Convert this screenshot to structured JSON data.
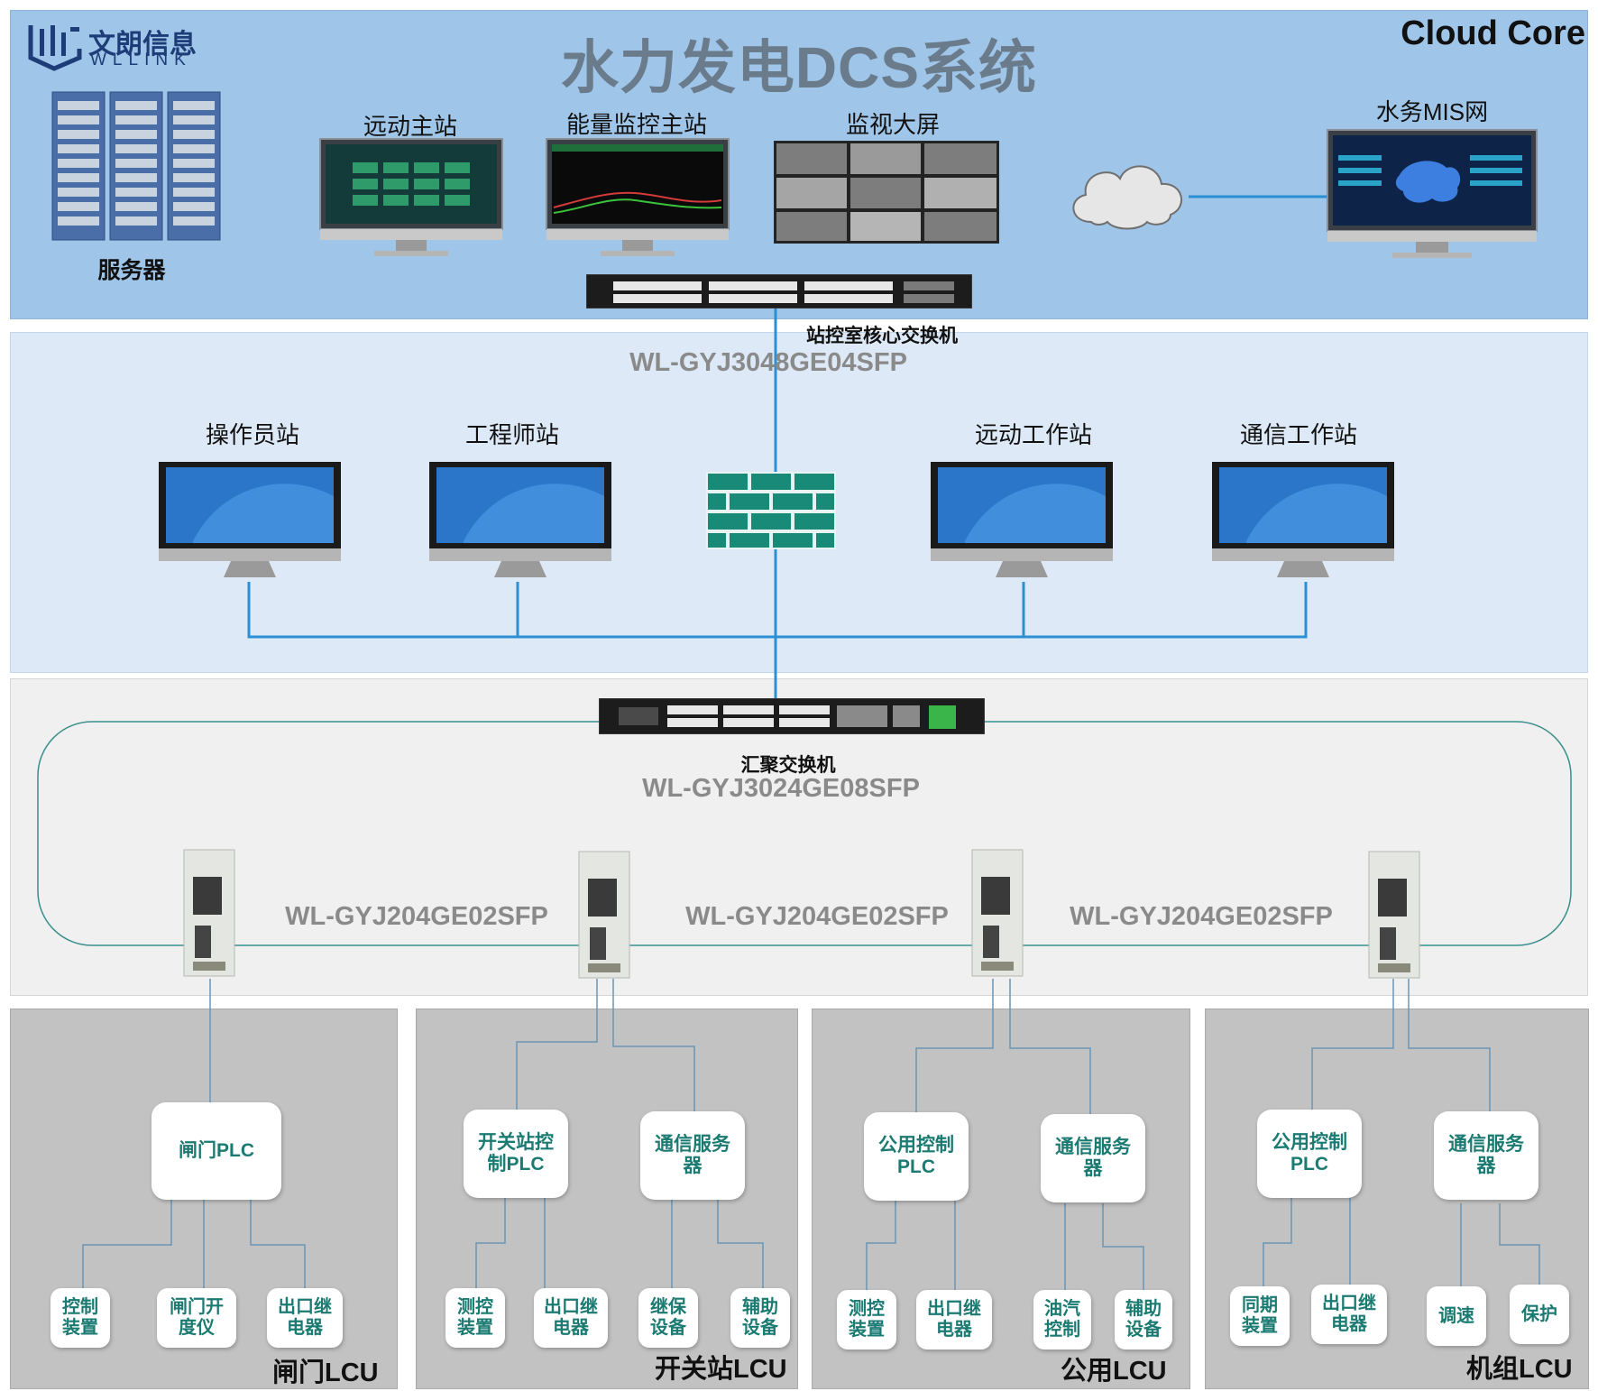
{
  "header": {
    "title": "水力发电DCS系统",
    "tag": "Cloud Core",
    "logo_cn": "文朗信息",
    "logo_en": "WLLINK"
  },
  "core": {
    "servers_label": "服务器",
    "telecontrol_master_label": "远动主站",
    "energy_monitor_label": "能量监控主站",
    "video_wall_label": "监视大屏",
    "mis_label": "水务MIS网",
    "core_switch_label": "站控室核心交换机",
    "core_switch_model": "WL-GYJ3048GE04SFP"
  },
  "control": {
    "operator_label": "操作员站",
    "engineer_label": "工程师站",
    "telecontrol_ws_label": "远动工作站",
    "comm_ws_label": "通信工作站"
  },
  "aggregation": {
    "switch_label": "汇聚交换机",
    "switch_model": "WL-GYJ3024GE08SFP",
    "ring_switch_models": [
      "WL-GYJ204GE02SFP",
      "WL-GYJ204GE02SFP",
      "WL-GYJ204GE02SFP"
    ]
  },
  "lcus": [
    {
      "title": "闸门LCU",
      "plc": "闸门PLC",
      "server": "",
      "leaves": [
        "控制\n装置",
        "闸门开\n度仪",
        "出口继\n电器"
      ]
    },
    {
      "title": "开关站LCU",
      "plc": "开关站控\n制PLC",
      "server": "通信服务\n器",
      "leaves": [
        "测控\n装置",
        "出口继\n电器",
        "继保\n设备",
        "辅助\n设备"
      ]
    },
    {
      "title": "公用LCU",
      "plc": "公用控制\nPLC",
      "server": "通信服务\n器",
      "leaves": [
        "测控\n装置",
        "出口继\n电器",
        "油汽\n控制",
        "辅助\n设备"
      ]
    },
    {
      "title": "机组LCU",
      "plc": "公用控制\nPLC",
      "server": "通信服务\n器",
      "leaves": [
        "同期\n装置",
        "出口继\n电器",
        "调速",
        "保护"
      ]
    }
  ],
  "colors": {
    "core_zone": "#9fc5e8",
    "control_zone": "#dde9f6",
    "aggregation_zone": "#f0f0f0",
    "lcu_zone": "#c2c2c2",
    "node_text": "#1b7b72",
    "link": "#2b8fd4"
  }
}
